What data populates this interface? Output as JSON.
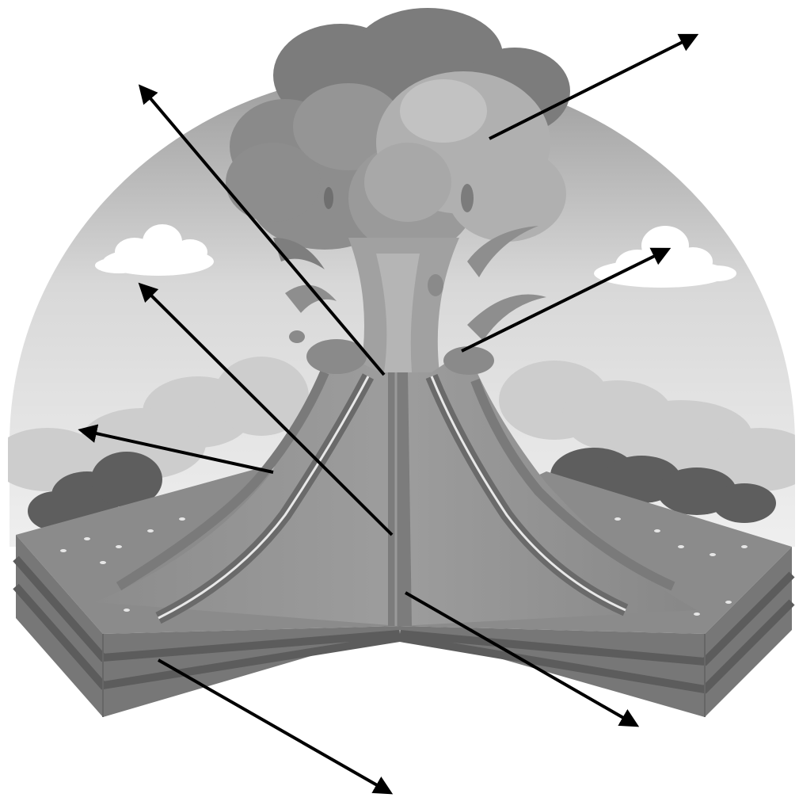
{
  "diagram": {
    "subject": "volcano-cross-section",
    "color_mode": "grayscale",
    "colors": {
      "sky_light": "#e8e8e8",
      "sky_dark": "#bdbdbd",
      "ash_dark": "#7a7a7a",
      "ash_light": "#a9a9a9",
      "mountain": "#8f8f8f",
      "ground_top": "#8a8a8a",
      "strata": "#6f6f6f",
      "arrow": "#000000"
    },
    "labels": [
      {
        "name": "ash-cloud",
        "text": ""
      },
      {
        "name": "vent",
        "text": ""
      },
      {
        "name": "crater",
        "text": ""
      },
      {
        "name": "conduit",
        "text": ""
      },
      {
        "name": "lava-flow",
        "text": ""
      },
      {
        "name": "magma-chamber",
        "text": ""
      },
      {
        "name": "rock-layers",
        "text": ""
      }
    ]
  }
}
